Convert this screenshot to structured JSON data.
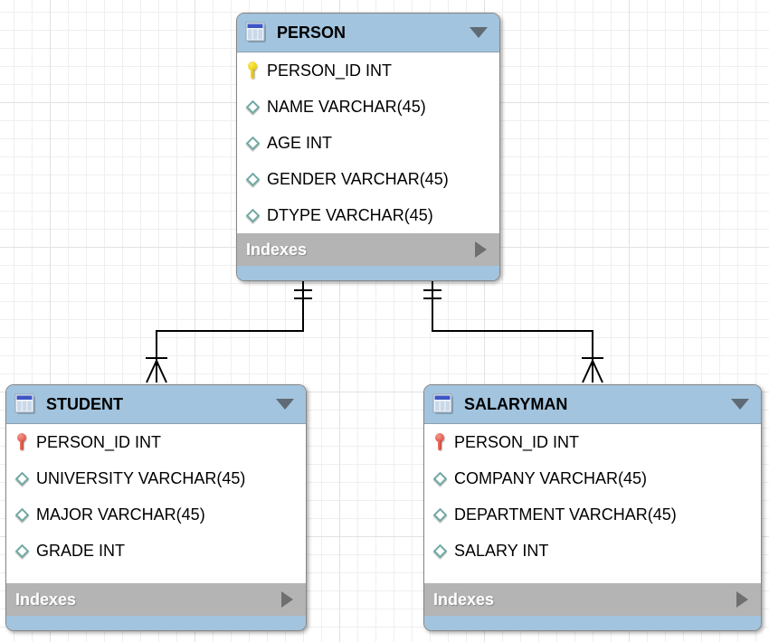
{
  "diagram_type": "EER database diagram",
  "colors": {
    "canvas_bg": "#ffffff",
    "grid_minor": "#efefef",
    "grid_major": "#e2e2e2",
    "table_header_blue": "#a2c4de",
    "indexes_bar_gray": "#b4b4b4",
    "indexes_text": "#ffffff",
    "row_text": "#000000",
    "connector": "#000000",
    "primary_key_icon_color": "#f2d313",
    "foreign_key_icon_color": "#e66153",
    "column_icon_color": "#6fa8a2"
  },
  "tables": [
    {
      "name": "PERSON",
      "indexes_label": "Indexes",
      "columns": [
        {
          "label": "PERSON_ID INT",
          "icon": "primary-key-icon"
        },
        {
          "label": "NAME VARCHAR(45)",
          "icon": "column-icon"
        },
        {
          "label": "AGE INT",
          "icon": "column-icon"
        },
        {
          "label": "GENDER VARCHAR(45)",
          "icon": "column-icon"
        },
        {
          "label": "DTYPE VARCHAR(45)",
          "icon": "column-icon"
        }
      ]
    },
    {
      "name": "STUDENT",
      "indexes_label": "Indexes",
      "columns": [
        {
          "label": "PERSON_ID INT",
          "icon": "foreign-key-icon"
        },
        {
          "label": "UNIVERSITY VARCHAR(45)",
          "icon": "column-icon"
        },
        {
          "label": "MAJOR VARCHAR(45)",
          "icon": "column-icon"
        },
        {
          "label": "GRADE INT",
          "icon": "column-icon"
        }
      ]
    },
    {
      "name": "SALARYMAN",
      "indexes_label": "Indexes",
      "columns": [
        {
          "label": "PERSON_ID INT",
          "icon": "foreign-key-icon"
        },
        {
          "label": "COMPANY VARCHAR(45)",
          "icon": "column-icon"
        },
        {
          "label": "DEPARTMENT VARCHAR(45)",
          "icon": "column-icon"
        },
        {
          "label": "SALARY INT",
          "icon": "column-icon"
        }
      ]
    }
  ],
  "relationships": [
    {
      "parent": "PERSON",
      "child": "STUDENT",
      "parent_cardinality": "exactly-one",
      "child_cardinality": "one-or-many",
      "line_style": "solid-identifying"
    },
    {
      "parent": "PERSON",
      "child": "SALARYMAN",
      "parent_cardinality": "exactly-one",
      "child_cardinality": "one-or-many",
      "line_style": "solid-identifying"
    }
  ]
}
